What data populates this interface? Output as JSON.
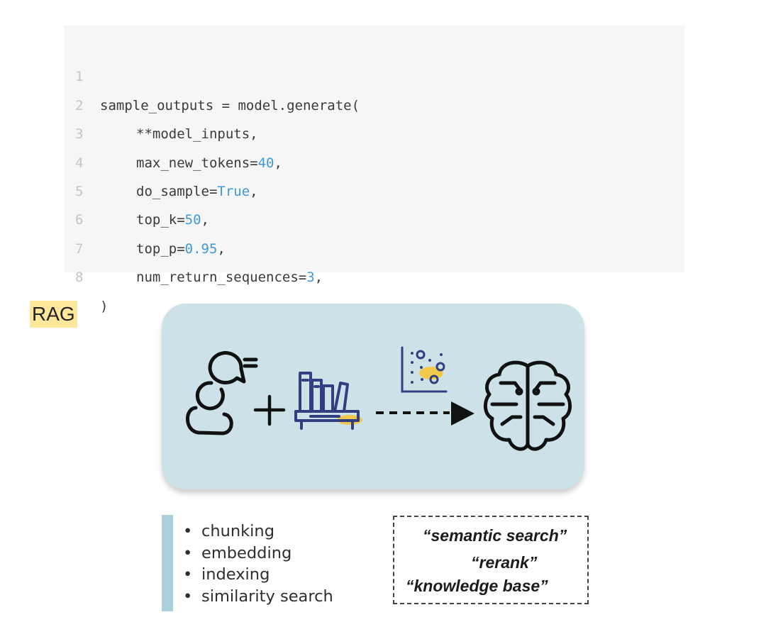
{
  "code": {
    "lines": [
      {
        "n": "1",
        "parts": [
          {
            "t": "sample_outputs = model.generate("
          }
        ]
      },
      {
        "n": "2",
        "parts": [
          {
            "t": "**model_inputs,"
          }
        ]
      },
      {
        "n": "3",
        "parts": [
          {
            "t": "max_new_tokens="
          },
          {
            "t": "40",
            "num": true
          },
          {
            "t": ","
          }
        ]
      },
      {
        "n": "4",
        "parts": [
          {
            "t": "do_sample="
          },
          {
            "t": "True",
            "num": true
          },
          {
            "t": ","
          }
        ]
      },
      {
        "n": "5",
        "parts": [
          {
            "t": "top_k="
          },
          {
            "t": "50",
            "num": true
          },
          {
            "t": ","
          }
        ]
      },
      {
        "n": "6",
        "parts": [
          {
            "t": "top_p="
          },
          {
            "t": "0.95",
            "num": true
          },
          {
            "t": ","
          }
        ]
      },
      {
        "n": "7",
        "parts": [
          {
            "t": "num_return_sequences="
          },
          {
            "t": "3",
            "num": true
          },
          {
            "t": ","
          }
        ]
      },
      {
        "n": "8",
        "parts": [
          {
            "t": ")"
          }
        ]
      }
    ]
  },
  "rag_label": "RAG",
  "diagram": {
    "icons": [
      "user-chat-icon",
      "plus-icon",
      "bookshelf-icon",
      "scatter-plot-icon",
      "dashed-arrow-icon",
      "brain-icon"
    ]
  },
  "bullets": [
    "chunking",
    "embedding",
    "indexing",
    "similarity search"
  ],
  "keywords": {
    "semantic_search": "“semantic search”",
    "rerank": "“rerank”",
    "knowledge_base": "“knowledge base”"
  },
  "colors": {
    "panel": "#cde2e8",
    "accent_yellow": "#f2c94c",
    "number": "#3f9ad6",
    "icon_stroke": "#111111",
    "book_blue": "#2f3f7f"
  }
}
